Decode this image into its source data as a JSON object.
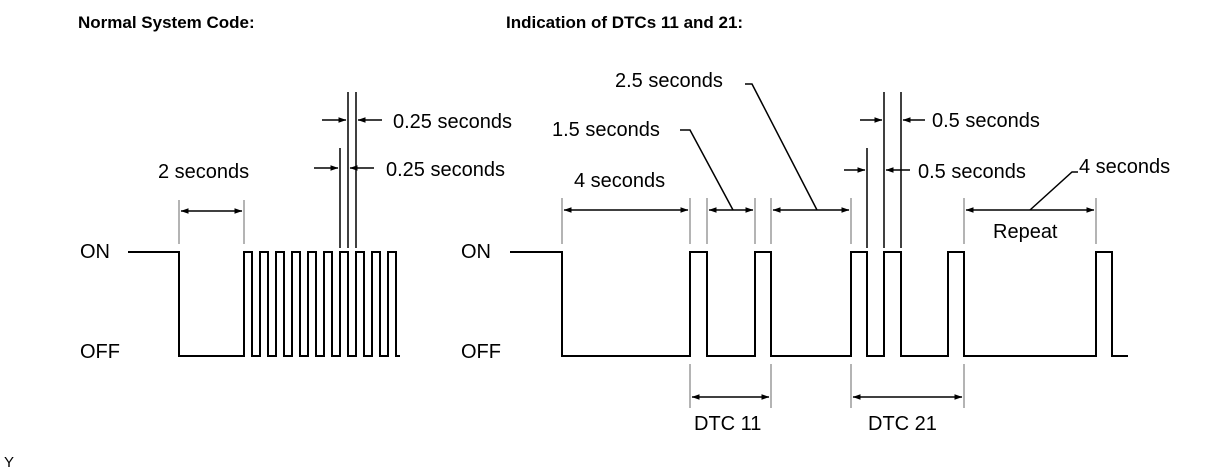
{
  "left_panel": {
    "title": "Normal System Code:",
    "on_label": "ON",
    "off_label": "OFF",
    "interval_label": "2 seconds",
    "pulse_label_1": "0.25 seconds",
    "pulse_label_2": "0.25 seconds"
  },
  "right_panel": {
    "title": "Indication of DTCs 11 and 21:",
    "on_label": "ON",
    "off_label": "OFF",
    "label_4s": "4 seconds",
    "label_1_5s": "1.5 seconds",
    "label_2_5s": "2.5 seconds",
    "label_0_5s_top": "0.5 seconds",
    "label_0_5s_mid": "0.5 seconds",
    "label_4s_repeat": "4 seconds",
    "repeat_label": "Repeat",
    "dtc11_label": "DTC 11",
    "dtc21_label": "DTC 21"
  },
  "footer": {
    "mark": "Y"
  },
  "colors": {
    "signal": "#000000",
    "extension_line": "#9a9a9a",
    "background": "#ffffff"
  }
}
